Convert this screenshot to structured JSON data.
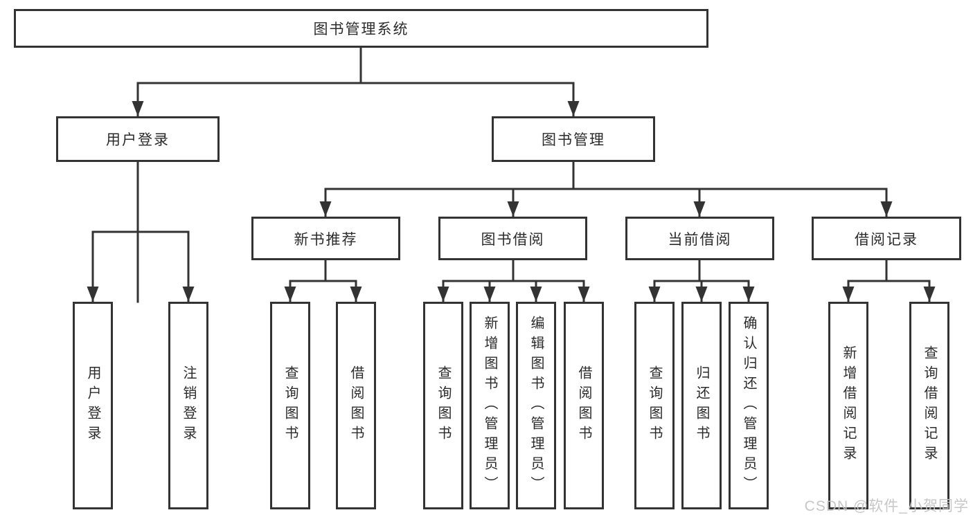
{
  "colors": {
    "stroke": "#333333",
    "text": "#2b2b2b",
    "background": "#ffffff",
    "watermark": "#c4c4c4"
  },
  "diagram": {
    "root": {
      "label": "图书管理系统"
    },
    "level2": [
      {
        "label": "用户登录"
      },
      {
        "label": "图书管理"
      }
    ],
    "level3": [
      {
        "label": "新书推荐"
      },
      {
        "label": "图书借阅"
      },
      {
        "label": "当前借阅"
      },
      {
        "label": "借阅记录"
      }
    ],
    "leaves": [
      {
        "label": "用户登录"
      },
      {
        "label": "注销登录"
      },
      {
        "label": "查询图书"
      },
      {
        "label": "借阅图书"
      },
      {
        "label": "查询图书"
      },
      {
        "label": "新增图书（管理员）"
      },
      {
        "label": "编辑图书（管理员）"
      },
      {
        "label": "借阅图书"
      },
      {
        "label": "查询图书"
      },
      {
        "label": "归还图书"
      },
      {
        "label": "确认归还（管理员）"
      },
      {
        "label": "新增借阅记录"
      },
      {
        "label": "查询借阅记录"
      }
    ]
  },
  "watermark": {
    "text": "CSDN @软件_小贺同学"
  }
}
